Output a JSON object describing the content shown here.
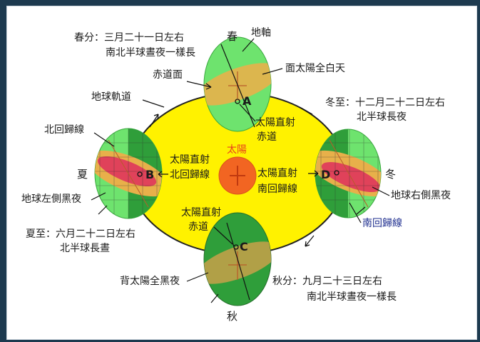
{
  "colors": {
    "background_frame": "#1d3a4f",
    "orbit_fill": "#fff200",
    "orbit_stroke": "#222222",
    "sun_fill": "#f26522",
    "sun_label": "#e8421c",
    "earth_light": "#6ee36e",
    "earth_dark": "#2f9e3a",
    "tilt_band_orange": "#e8b04a",
    "tilt_band_red": "#e0425a",
    "south_tropic_label": "#1f2f8f"
  },
  "sun": {
    "label": "太陽"
  },
  "earth_letters": {
    "A": "A",
    "B": "B",
    "C": "C",
    "D": "D"
  },
  "seasons": {
    "spring": "春",
    "summer": "夏",
    "autumn": "秋",
    "winter": "冬"
  },
  "spring_equinox": {
    "line1": "春分：三月二十一日左右",
    "line2": "南北半球晝夜一樣長"
  },
  "summer_solstice": {
    "line1": "夏至：六月二十二日左右",
    "line2": "北半球長晝"
  },
  "autumn_equinox": {
    "line1": "秋分：九月二十三日左右",
    "line2": "南北半球晝夜一樣長"
  },
  "winter_solstice": {
    "line1": "冬至：十二月二十二日左右",
    "line2": "北半球長夜"
  },
  "labels": {
    "earth_axis": "地軸",
    "equator_plane": "赤道面",
    "sun_facing_day": "面太陽全白天",
    "earth_orbit": "地球軌道",
    "tropic_cancer": "北回歸線",
    "left_night": "地球左側黑夜",
    "right_night": "地球右側黑夜",
    "tropic_capricorn": "南回歸線",
    "back_full_night": "背太陽全黑夜",
    "direct_A_1": "太陽直射",
    "direct_A_2": "赤道",
    "direct_B_1": "太陽直射",
    "direct_B_2": "北回歸線",
    "direct_C_1": "太陽直射",
    "direct_C_2": "赤道",
    "direct_D_1": "太陽直射",
    "direct_D_2": "南回歸線"
  }
}
